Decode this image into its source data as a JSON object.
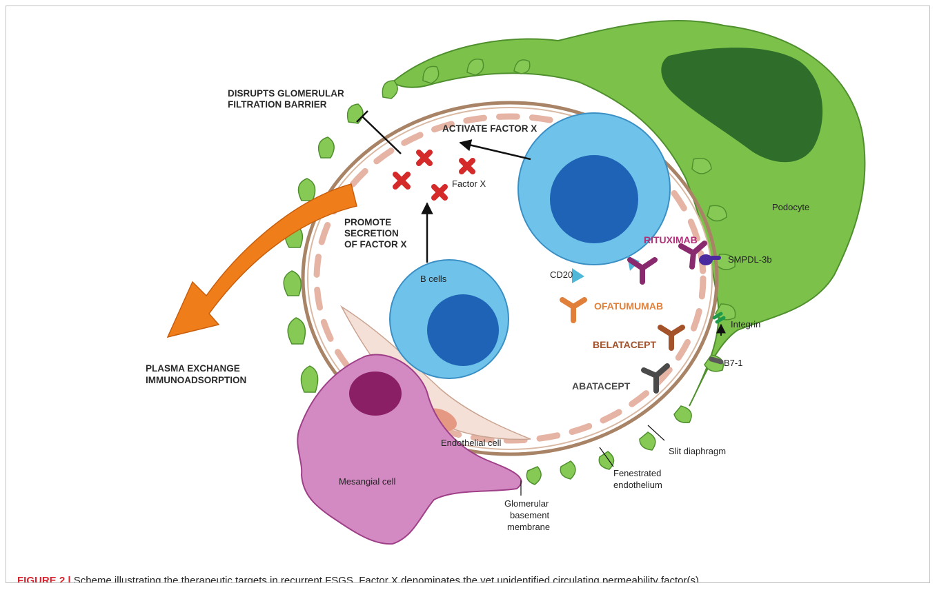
{
  "labels": {
    "disrupts": [
      "DISRUPTS GLOMERULAR",
      "FILTRATION BARRIER"
    ],
    "activate": "ACTIVATE FACTOR X",
    "factor_x": "Factor X",
    "promote": [
      "PROMOTE",
      "SECRETION",
      "OF FACTOR X"
    ],
    "b_cells": "B cells",
    "cd20": "CD20",
    "podocyte": "Podocyte",
    "smpdl": "SMPDL-3b",
    "integrin": "Integrin",
    "b71": "B7-1",
    "plasma": [
      "PLASMA EXCHANGE",
      "IMMUNOADSORPTION"
    ],
    "endothelial": "Endothelial cell",
    "mesangial": "Mesangial cell",
    "gbm": [
      "Glomerular",
      "basement",
      "membrane"
    ],
    "fenestrated": [
      "Fenestrated",
      "endothelium"
    ],
    "slit": "Slit diaphragm"
  },
  "drugs": {
    "rituximab": "RITUXIMAB",
    "ofatumumab": "OFATUMUMAB",
    "belatacept": "BELATACEPT",
    "abatacept": "ABATACEPT"
  },
  "caption": {
    "label": "FIGURE 2 |",
    "text": " Scheme illustrating the therapeutic targets in recurrent FSGS. Factor X denominates the yet unidentified circulating permeability factor(s)."
  },
  "colors": {
    "podocyte": "#7cc24a",
    "podocyte_nucleus": "#2f6e2a",
    "b_cell": "#5bb4e0",
    "b_cell_nucleus": "#1e63b5",
    "factor_x": "#d42a2a",
    "rituximab": "#b0307a",
    "ofatumumab": "#e0803a",
    "belatacept": "#a4522a",
    "abatacept": "#4a4a4a",
    "mesangial": "#c25aa8",
    "arrow": "#ef7e1a",
    "caption_label": "#d9232e"
  }
}
